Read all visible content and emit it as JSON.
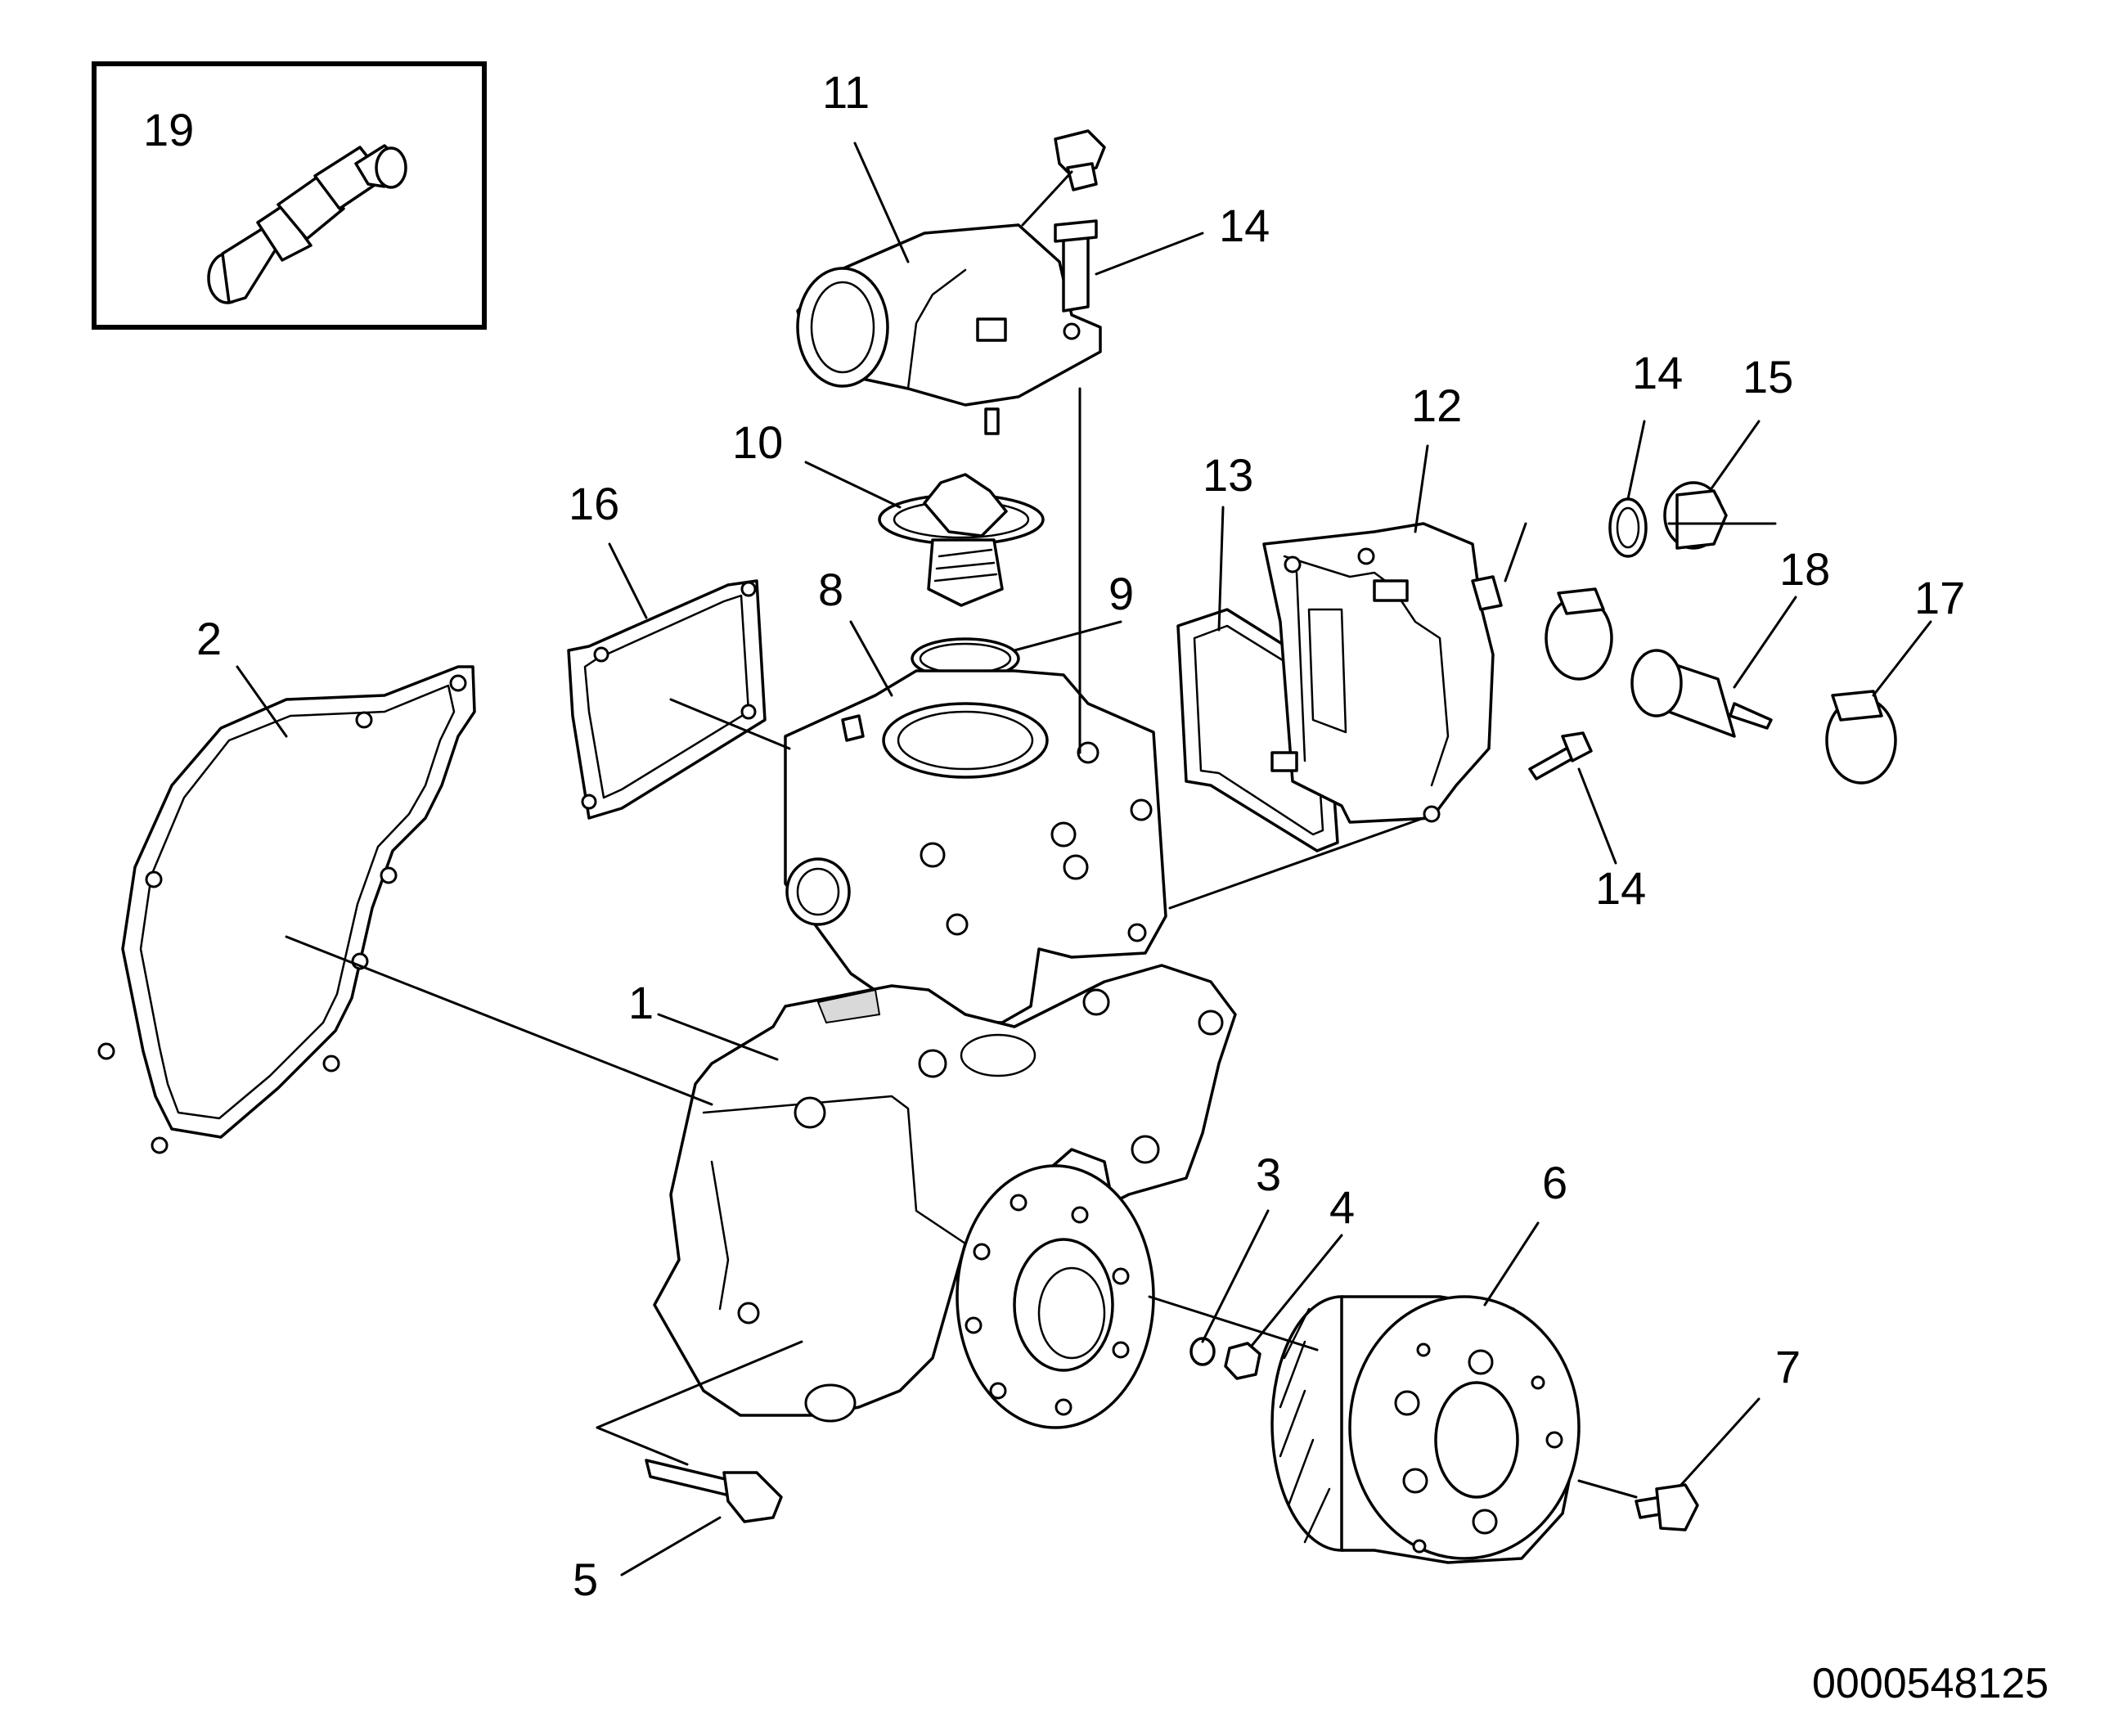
{
  "diagram": {
    "callouts": [
      "1",
      "2",
      "3",
      "4",
      "5",
      "6",
      "7",
      "8",
      "9",
      "10",
      "11",
      "12",
      "13",
      "14",
      "15",
      "16",
      "17",
      "18",
      "19"
    ],
    "callout_14_repeat_a": "14",
    "callout_14_repeat_b": "14",
    "document_number": "0000548125"
  }
}
